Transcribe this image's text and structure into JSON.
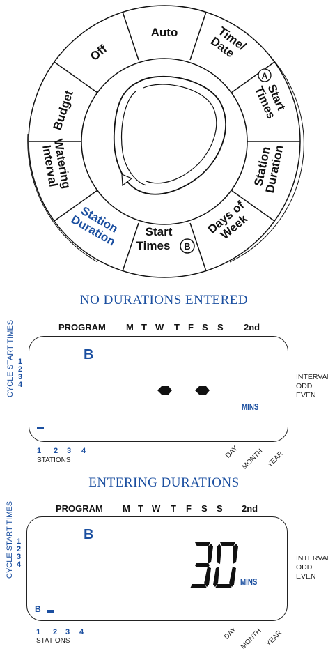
{
  "dial": {
    "positions": {
      "auto": "Auto",
      "off": "Off",
      "time_date": [
        "Time/",
        "Date"
      ],
      "start_times_a": [
        "Start",
        "Times"
      ],
      "budget": "Budget",
      "watering_interval": [
        "Watering",
        "Interval"
      ],
      "station_duration_right": [
        "Station",
        "Duration"
      ],
      "station_duration_left": [
        "Station",
        "Duration"
      ],
      "start_times_b": [
        "Start",
        "Times"
      ],
      "days_of_week": [
        "Days of",
        "Week"
      ]
    },
    "marker_a": "A",
    "marker_b": "B"
  },
  "section1": {
    "title": "NO DURATIONS ENTERED"
  },
  "section2": {
    "title": "ENTERING DURATIONS"
  },
  "lcd_labels": {
    "program": "PROGRAM",
    "days": [
      "M",
      "T",
      "W",
      "T",
      "F",
      "S",
      "S"
    ],
    "second": "2nd",
    "cycle_start_times": "CYCLE START TIMES",
    "cycle_numbers": [
      "1",
      "2",
      "3",
      "4"
    ],
    "interval": "INTERVAL",
    "odd": "ODD",
    "even": "EVEN",
    "stations_numbers": [
      "1",
      "2",
      "3",
      "4"
    ],
    "stations": "STATIONS",
    "day": "DAY",
    "month": "MONTH",
    "year": "YEAR",
    "mins": "MINS"
  },
  "display1": {
    "program_letter": "B"
  },
  "display2": {
    "program_letter": "B",
    "station_letter": "B",
    "duration": "30"
  },
  "colors": {
    "accent_blue": "#1b4fa0",
    "ink": "#111111"
  }
}
